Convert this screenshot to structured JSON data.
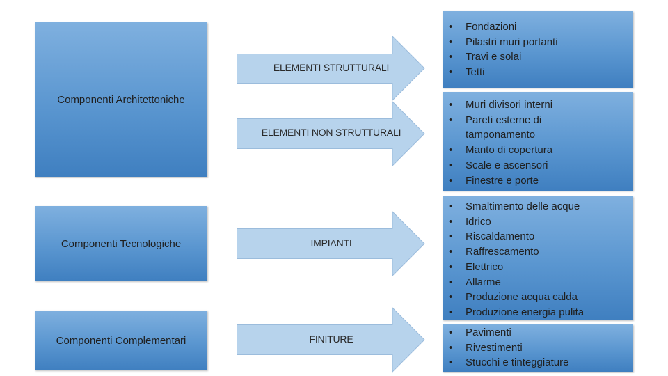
{
  "left_boxes": [
    {
      "label": "Componenti Architettoniche"
    },
    {
      "label": "Componenti Tecnologiche"
    },
    {
      "label": "Componenti Complementari"
    }
  ],
  "arrows": [
    {
      "label": "ELEMENTI STRUTTURALI"
    },
    {
      "label": "ELEMENTI  NON STRUTTURALI"
    },
    {
      "label": "IMPIANTI"
    },
    {
      "label": "FINITURE"
    }
  ],
  "lists": [
    {
      "items": [
        "Fondazioni",
        "Pilastri muri portanti",
        "Travi e solai",
        "Tetti"
      ]
    },
    {
      "items": [
        "Muri divisori interni",
        "Pareti esterne di tamponamento",
        "Manto di copertura",
        "Scale e ascensori",
        "Finestre e porte"
      ]
    },
    {
      "items": [
        "Smaltimento delle acque",
        "Idrico",
        "Riscaldamento",
        "Raffrescamento",
        "Elettrico",
        "Allarme",
        "Produzione acqua calda",
        "Produzione energia pulita"
      ]
    },
    {
      "items": [
        "Pavimenti",
        "Rivestimenti",
        "Stucchi e tinteggiature"
      ]
    }
  ],
  "colors": {
    "box_fill": "#5a96d0",
    "arrow_fill": "#b7d3ec"
  }
}
